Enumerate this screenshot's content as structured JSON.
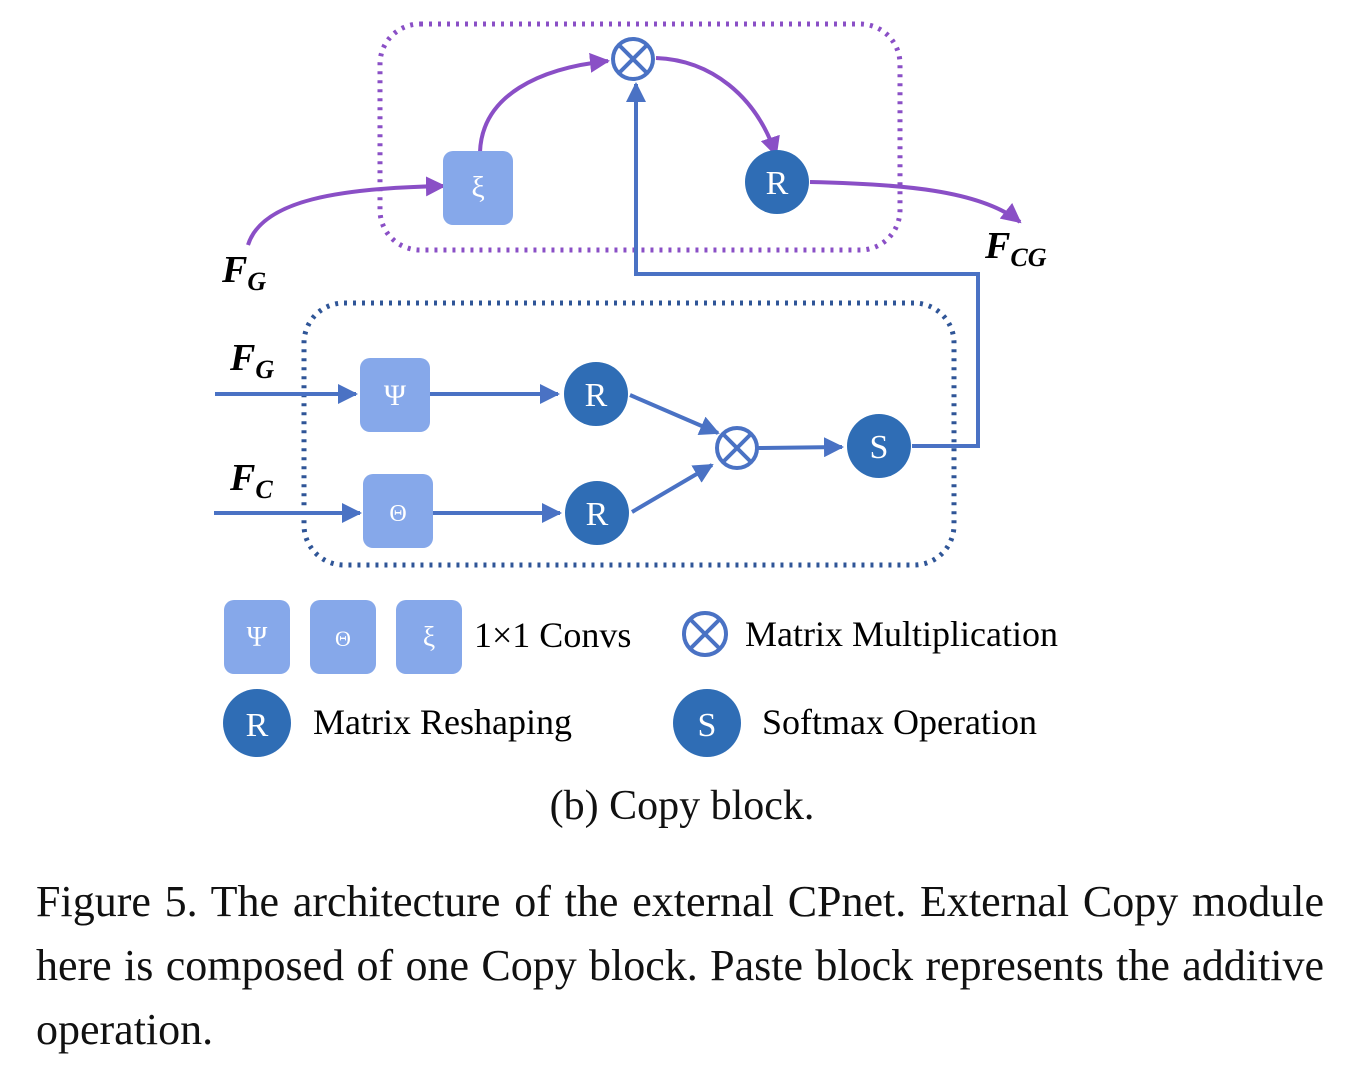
{
  "diagram": {
    "inputs": {
      "fg_top": {
        "main": "F",
        "sub": "G"
      },
      "fg_mid": {
        "main": "F",
        "sub": "G"
      },
      "fc": {
        "main": "F",
        "sub": "C"
      },
      "output": {
        "main": "F",
        "sub": "CG"
      }
    },
    "nodes": {
      "xi": "ξ",
      "psi": "Ψ",
      "theta": "Θ",
      "r_top": "R",
      "r_mid": "R",
      "r_low": "R",
      "softmax": "S"
    },
    "legend": {
      "conv_symbols": [
        "Ψ",
        "Θ",
        "ξ"
      ],
      "conv_label": "1×1 Convs",
      "matmul_label": "Matrix Multiplication",
      "reshape_symbol": "R",
      "reshape_label": "Matrix Reshaping",
      "softmax_symbol": "S",
      "softmax_label": "Softmax Operation"
    },
    "colors": {
      "purple": "#8a4fc6",
      "blue_line": "#4a72c4",
      "conv_fill": "#86a8ea",
      "circle_fill": "#2f6db5",
      "dots_blue": "#2f5597"
    }
  },
  "caption": {
    "subfigure": "(b) Copy block.",
    "figure": "Figure 5. The architecture of the external CPnet. External Copy module here is composed of one Copy block. Paste block represents the additive operation."
  }
}
